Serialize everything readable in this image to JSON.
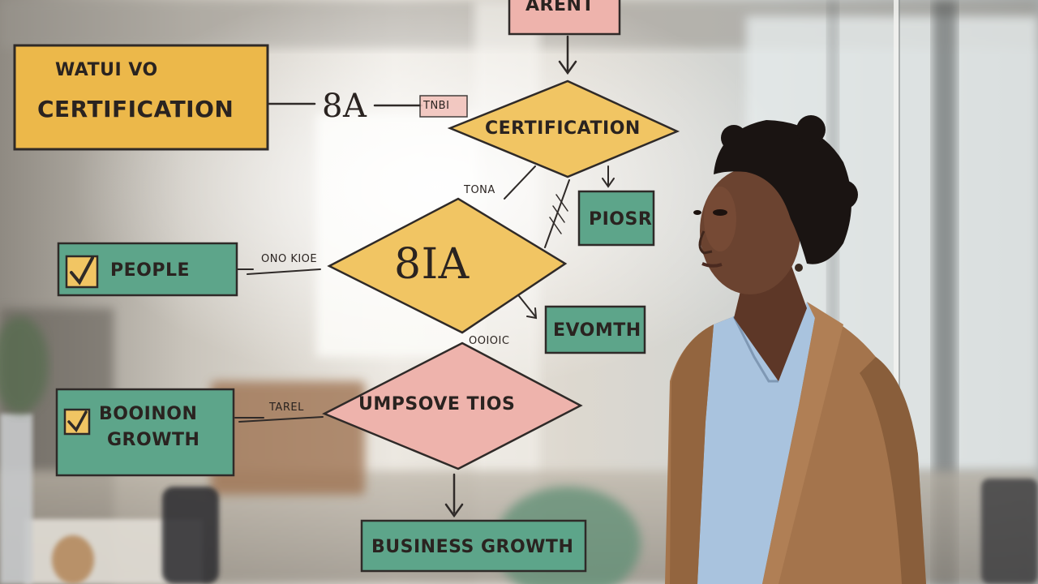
{
  "scene": {
    "background_colors": {
      "wall": "#e8e4dc",
      "window_light": "#f6f3ee",
      "desk_wood": "#a87a55",
      "blazer": "#a4744c",
      "shirt": "#a9c3de",
      "skin": "#6b4330",
      "hair": "#1a1412"
    },
    "note_colors": {
      "yellow": "#ecb84a",
      "yellow_diamond": "#f1c563",
      "green": "#5da58a",
      "pink": "#eeb3ac",
      "outline": "#2f2a28"
    }
  },
  "flowchart": {
    "top_box": "ARENT",
    "title_box": [
      "WATUI VO",
      "CERTIFICATION"
    ],
    "link_8a": "8A",
    "link_small": "TNBI",
    "diamond_certification": "CERTIFICATION",
    "label_tona": "TONA",
    "box_prosr": "PIOSR",
    "diamond_8a": "8IA",
    "people_box": "PEOPLE",
    "people_link": "ONO KIOE",
    "box_growth": "EVOMTH",
    "label_ooioic": "OOIOIC",
    "diamond_pink": "UMPSOVE TIOS",
    "econ_box": [
      "BOOINON",
      "GROWTH"
    ],
    "econ_link": "TAREL",
    "business_box": "BUSINESS GROWTH"
  }
}
